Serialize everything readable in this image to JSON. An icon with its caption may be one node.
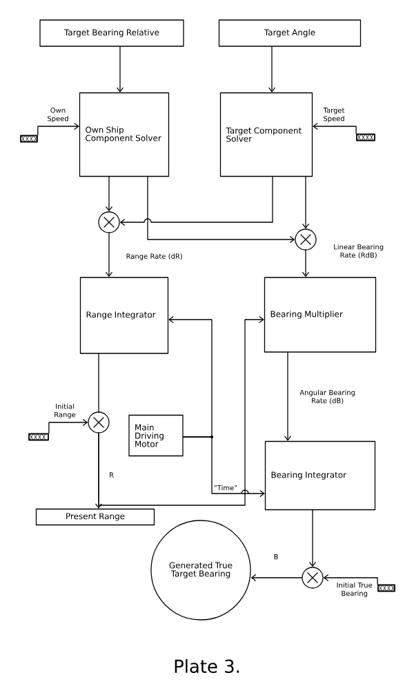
{
  "diagram": {
    "caption": "Plate 3.",
    "nodes": [
      {
        "text": [
          "Target Bearing Relative"
        ]
      },
      {
        "text": [
          "Target Angle"
        ]
      },
      {
        "text": [
          "Own Ship Component Solver"
        ]
      },
      {
        "text": [
          "Target Component Solver"
        ]
      },
      {
        "text": [],
        "shape": "bar"
      },
      {
        "text": [],
        "shape": "bar"
      },
      {
        "text": [],
        "shape": "circle"
      },
      {
        "text": [],
        "shape": "circle"
      },
      {
        "text": [
          "Range Integrator"
        ]
      },
      {
        "text": [
          "Bearing Multiplier"
        ]
      },
      {
        "text": [],
        "shape": "bar"
      },
      {
        "text": [],
        "shape": "circle"
      },
      {
        "text": [
          "Main Driving Motor"
        ]
      },
      {
        "text": [
          "Bearing Integrator"
        ]
      },
      {
        "text": [
          "Present Range"
        ]
      },
      {
        "text": [
          "Generated True Target Bearing"
        ]
      },
      {
        "text": [],
        "shape": "circle"
      },
      {
        "text": [],
        "shape": "bar"
      }
    ],
    "edges": [
      {
        "from": 0,
        "to": 2,
        "arrow": "to"
      },
      {
        "from": 1,
        "to": 3,
        "arrow": "to"
      },
      {
        "from": 4,
        "to": 2,
        "arrow": "to",
        "label": "Own Speed"
      },
      {
        "from": 5,
        "to": 3,
        "arrow": "to",
        "label": "Target Speed"
      },
      {
        "from": 2,
        "to": 6,
        "arrow": "to"
      },
      {
        "from": 2,
        "to": 7,
        "arrow": "to"
      },
      {
        "from": 3,
        "to": 6,
        "arrow": "to"
      },
      {
        "from": 3,
        "to": 7,
        "arrow": "to"
      },
      {
        "from": 6,
        "to": 8,
        "arrow": "to",
        "label": "Range Rate (dR)"
      },
      {
        "from": 7,
        "to": 9,
        "arrow": "to",
        "label": "Linear Bearing Rate (RdB)"
      },
      {
        "from": 9,
        "to": 13,
        "arrow": "to",
        "label": "Angular Bearing Rate (dB)"
      },
      {
        "from": 8,
        "to": 11,
        "arrow": "none"
      },
      {
        "from": 10,
        "to": 11,
        "arrow": "to",
        "label": "Initial Range"
      },
      {
        "from": 11,
        "to": 14,
        "arrow": "to",
        "label": "R"
      },
      {
        "from": 11,
        "to": 9,
        "arrow": "to"
      },
      {
        "from": 12,
        "to": 8,
        "arrow": "to"
      },
      {
        "from": 12,
        "to": 13,
        "arrow": "to",
        "label": "“Time”"
      },
      {
        "from": 13,
        "to": 16,
        "arrow": "to"
      },
      {
        "from": 17,
        "to": 16,
        "arrow": "to",
        "label": "Initial True Bearing"
      },
      {
        "from": 16,
        "to": 15,
        "arrow": "to",
        "label": "B"
      }
    ]
  }
}
